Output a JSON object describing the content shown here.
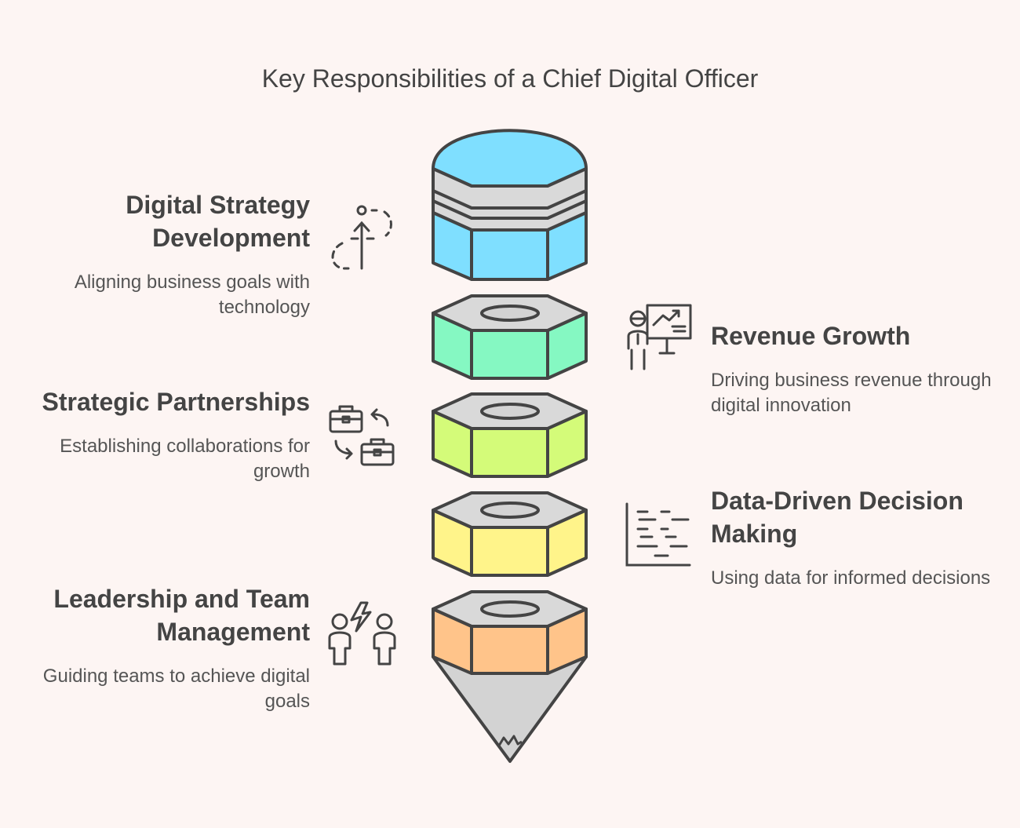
{
  "title": "Key Responsibilities of a Chief Digital Officer",
  "items": [
    {
      "heading": "Digital Strategy Development",
      "description": "Aligning business goals with technology",
      "icon": "strategy-arrow-icon",
      "color": "#7fdfff"
    },
    {
      "heading": "Revenue Growth",
      "description": "Driving business revenue through digital innovation",
      "icon": "presentation-chart-icon",
      "color": "#85f8c2"
    },
    {
      "heading": "Strategic Partnerships",
      "description": "Establishing collaborations for growth",
      "icon": "briefcase-exchange-icon",
      "color": "#d4fb79"
    },
    {
      "heading": "Data-Driven Decision Making",
      "description": "Using data for informed decisions",
      "icon": "data-lines-icon",
      "color": "#fff48a"
    },
    {
      "heading": "Leadership and Team Management",
      "description": "Guiding teams to achieve digital goals",
      "icon": "team-lightning-icon",
      "color": "#ffc48a"
    }
  ]
}
